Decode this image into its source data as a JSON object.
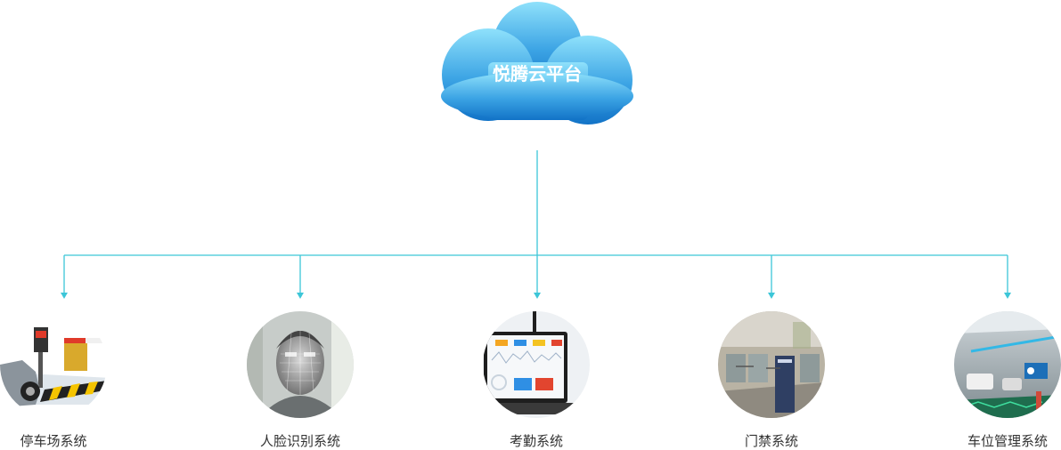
{
  "platform": {
    "title": "悦腾云平台"
  },
  "colors": {
    "connector": "#3cc6d8",
    "cloud_top": "#8fe1fb",
    "cloud_bottom": "#1273c7",
    "title_text": "#ffffff",
    "label_text": "#333333"
  },
  "systems": [
    {
      "label": "停车场系统",
      "icon": "parking-barrier-photo"
    },
    {
      "label": "人脸识别系统",
      "icon": "face-scan-photo"
    },
    {
      "label": "考勤系统",
      "icon": "attendance-laptop-photo"
    },
    {
      "label": "门禁系统",
      "icon": "turnstile-gate-photo"
    },
    {
      "label": "车位管理系统",
      "icon": "parking-garage-photo"
    }
  ]
}
